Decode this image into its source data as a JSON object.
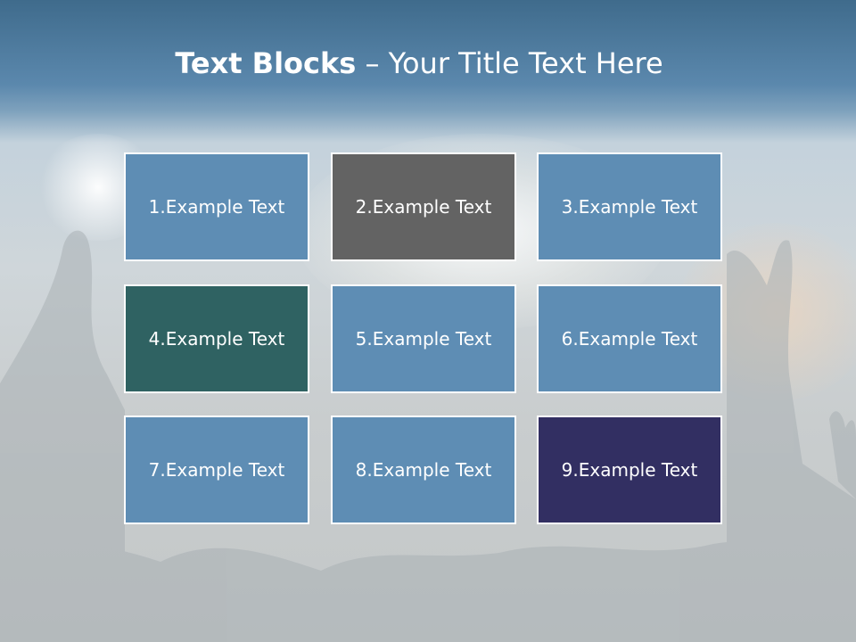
{
  "title": {
    "bold": "Text Blocks",
    "separator": " – ",
    "rest": "Your Title Text Here"
  },
  "blocks": [
    {
      "label": "1.Example Text",
      "color": "#5e8db4"
    },
    {
      "label": "2.Example Text",
      "color": "#636363"
    },
    {
      "label": "3.Example Text",
      "color": "#5e8db4"
    },
    {
      "label": "4.Example Text",
      "color": "#2f6262"
    },
    {
      "label": "5.Example Text",
      "color": "#5e8db4"
    },
    {
      "label": "6.Example Text",
      "color": "#5e8db4"
    },
    {
      "label": "7.Example Text",
      "color": "#5e8db4"
    },
    {
      "label": "8.Example Text",
      "color": "#5e8db4"
    },
    {
      "label": "9.Example Text",
      "color": "#322f62"
    }
  ],
  "colors": {
    "header": "#4a7799",
    "background": "#c8cdcf"
  }
}
